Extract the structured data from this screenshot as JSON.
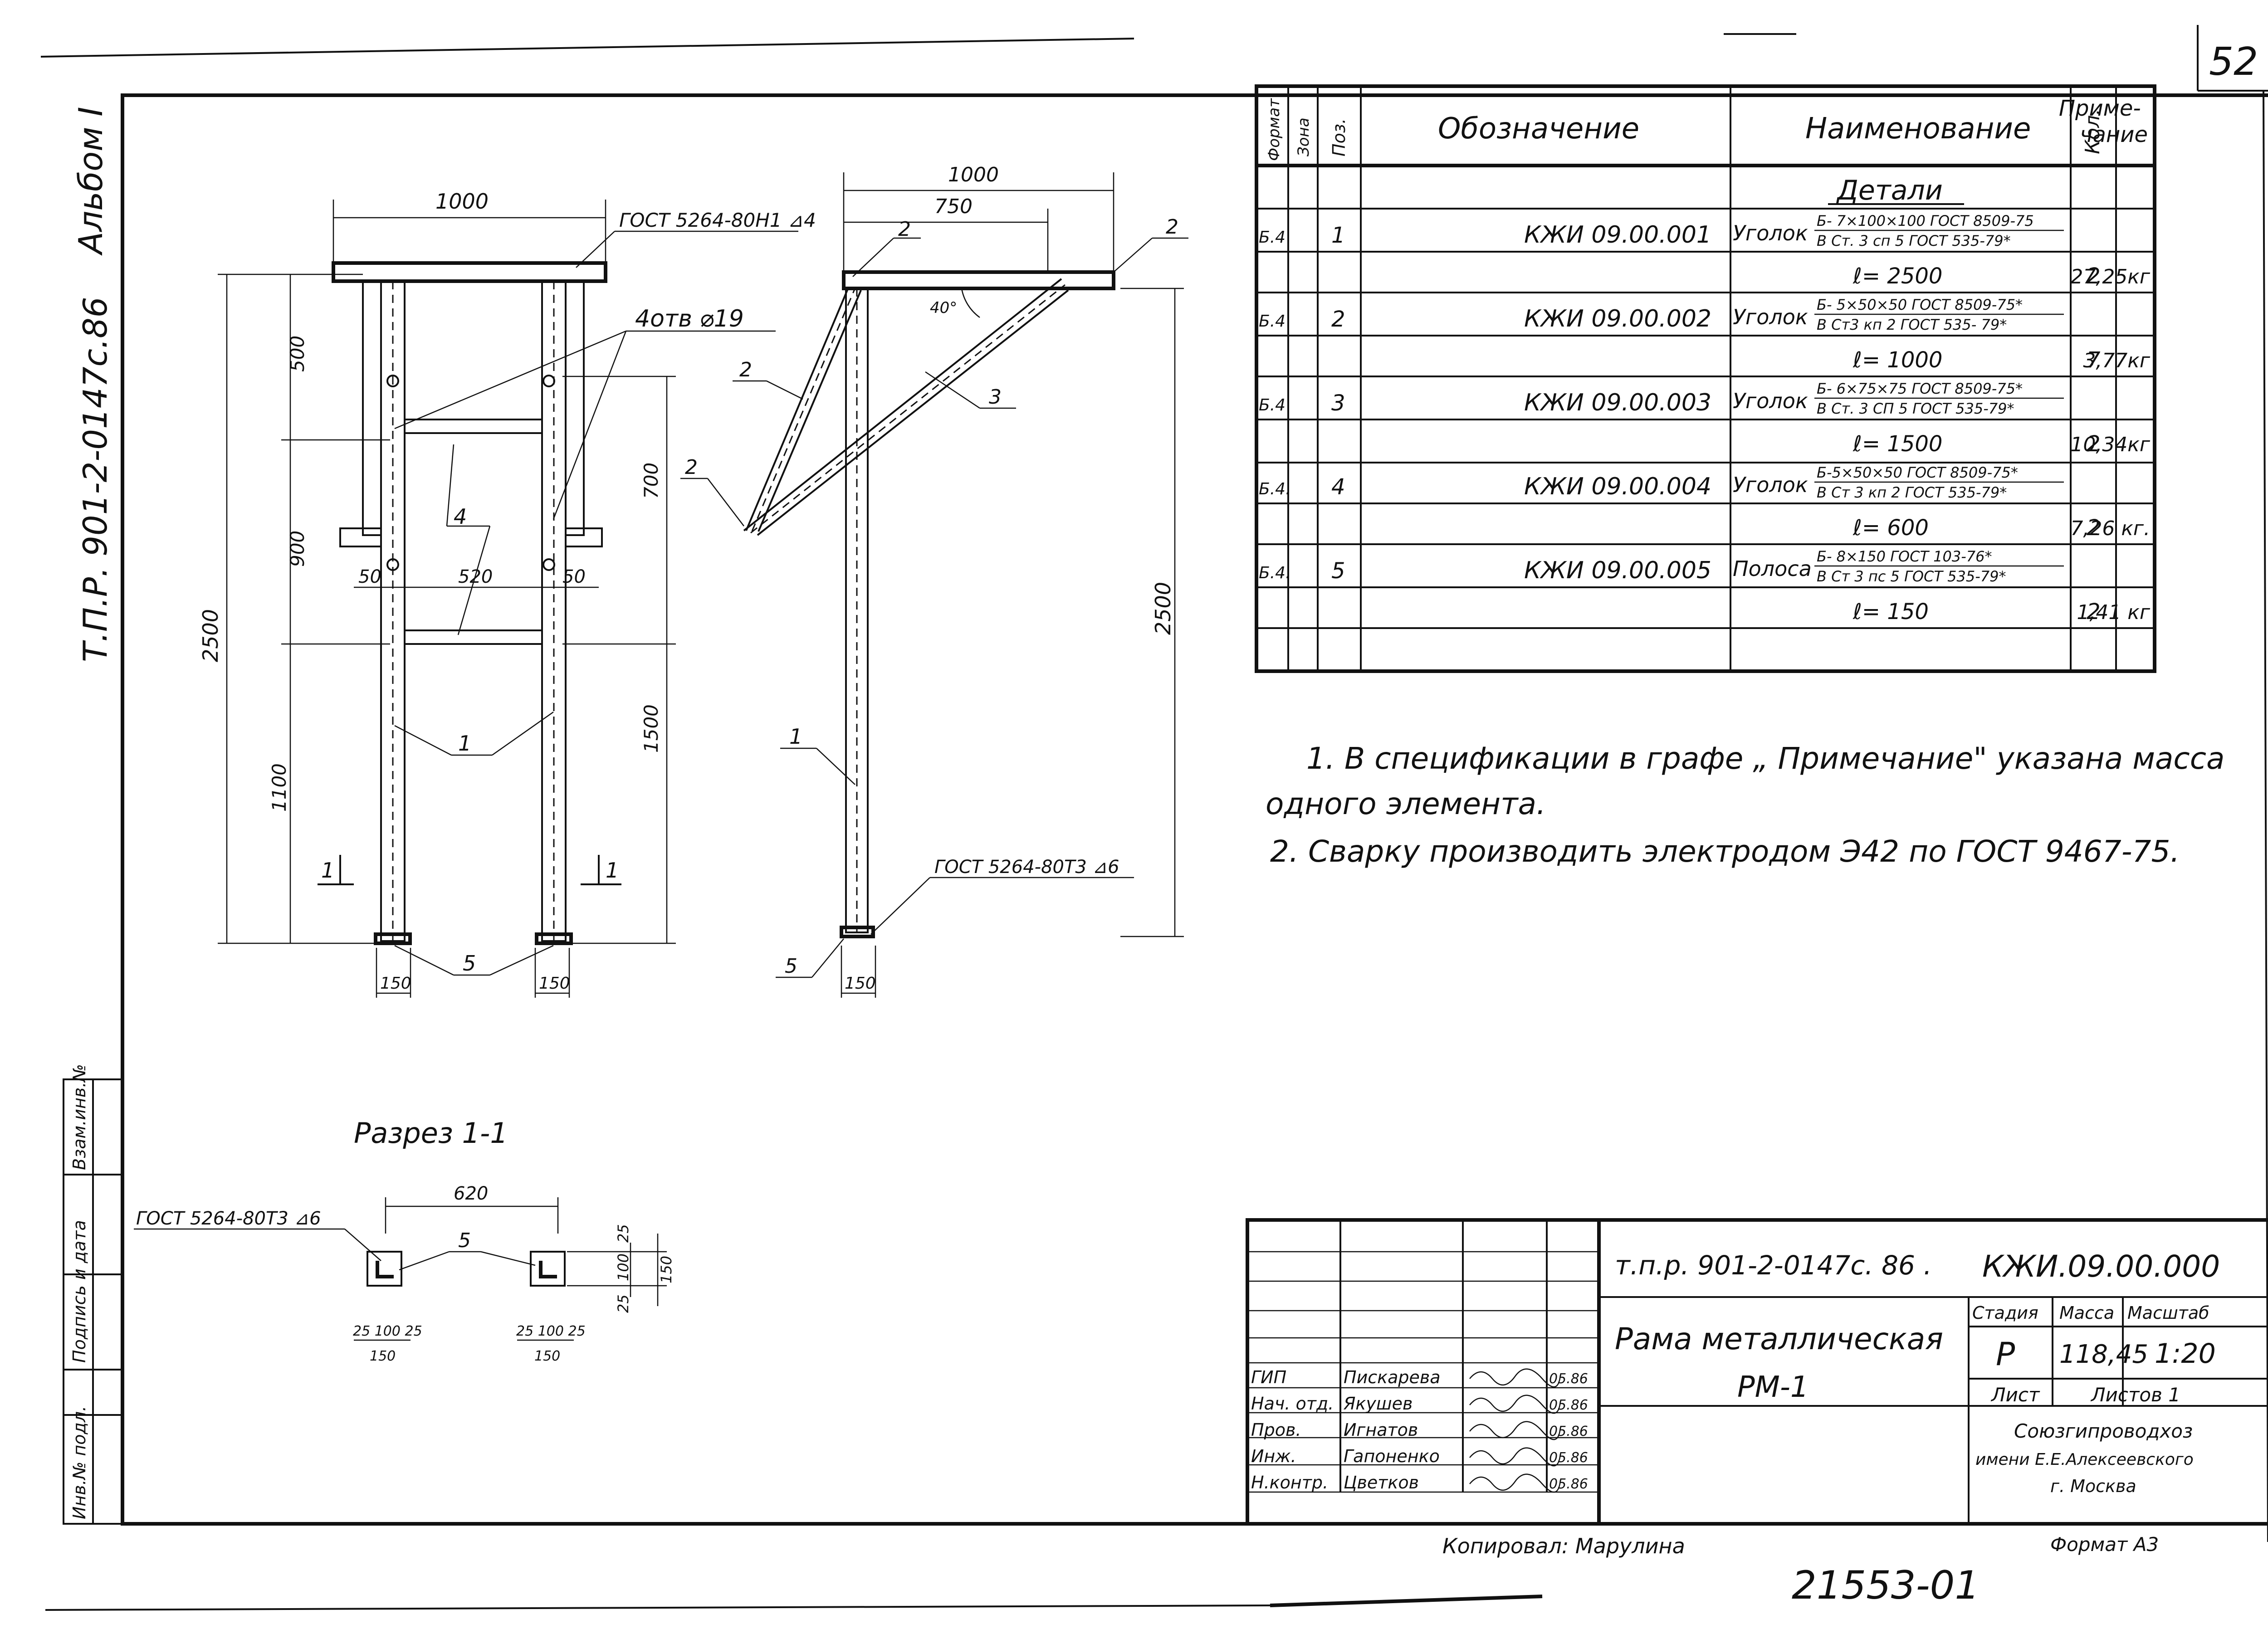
{
  "sheet_number": "52",
  "side_labels": {
    "album": "Альбом I",
    "project": "Т.П.Р. 901-2-0147с.86",
    "stamp_inv_replace": "Взам.инв.№",
    "stamp_sign_date": "Подпись и дата",
    "stamp_inv_orig": "Инв.№ подл."
  },
  "spec_table": {
    "headers": {
      "format": "Формат",
      "zone": "Зона",
      "pos": "Поз.",
      "designation": "Обозначение",
      "name": "Наименование",
      "qty": "Кол.",
      "note": "Приме-\nчание"
    },
    "section": "Детали",
    "rows": [
      {
        "format": "Б.4",
        "pos": "1",
        "designation": "КЖИ 09.00.001",
        "name": "Уголок",
        "spec_top": "Б- 7×100×100 ГОСТ 8509-75",
        "spec_bottom": "В Ст. 3 сп 5 ГОСТ 535-79*",
        "length": "ℓ= 2500",
        "qty": "2",
        "mass": "27,25кг"
      },
      {
        "format": "Б.4",
        "pos": "2",
        "designation": "КЖИ 09.00.002",
        "name": "Уголок",
        "spec_top": "Б- 5×50×50 ГОСТ 8509-75*",
        "spec_bottom": "В Ст3 кп 2 ГОСТ 535- 79*",
        "length": "ℓ= 1000",
        "qty": "7",
        "mass": "3,77кг"
      },
      {
        "format": "Б.4",
        "pos": "3",
        "designation": "КЖИ 09.00.003",
        "name": "Уголок",
        "spec_top": "Б- 6×75×75 ГОСТ 8509-75*",
        "spec_bottom": "В Ст. 3 СП 5 ГОСТ 535-79*",
        "length": "ℓ= 1500",
        "qty": "2",
        "mass": "10,34кг"
      },
      {
        "format": "Б.4.",
        "pos": "4",
        "designation": "КЖИ 09.00.004",
        "name": "Уголок",
        "spec_top": "Б-5×50×50 ГОСТ 8509-75*",
        "spec_bottom": "В Ст 3 кп 2 ГОСТ 535-79*",
        "length": "ℓ= 600",
        "qty": "2",
        "mass": "7,26 кг."
      },
      {
        "format": "Б.4.",
        "pos": "5",
        "designation": "КЖИ 09.00.005",
        "name": "Полоса",
        "spec_top": "Б- 8×150 ГОСТ 103-76*",
        "spec_bottom": "В Ст 3 пс 5 ГОСТ 535-79*",
        "length": "ℓ= 150",
        "qty": "2",
        "mass": "1,41 кг"
      }
    ]
  },
  "notes": {
    "line1": "1. В спецификации в графе „ Примечание\" указана масса",
    "line2": "одного элемента.",
    "line3": "2. Сварку производить электродом Э42 по ГОСТ 9467-75."
  },
  "drawing_labels": {
    "front": {
      "top_width": "1000",
      "weld_top": "ГОСТ 5264-80Н1 ⊿4",
      "holes": "4отв ⌀19",
      "d500": "500",
      "d900": "900",
      "d1100": "1100",
      "d2500": "2500",
      "d700": "700",
      "d1500": "1500",
      "d50a": "50",
      "d520": "520",
      "d50b": "50",
      "pos4": "4",
      "pos1": "1",
      "pos5": "5",
      "cut_left": "1",
      "cut_right": "1",
      "foot_left": "150",
      "foot_right": "150"
    },
    "side": {
      "top_width": "1000",
      "width750": "750",
      "angle": "40°",
      "pos2a": "2",
      "pos2b": "2",
      "pos2c": "2",
      "pos2d": "2",
      "pos3": "3",
      "pos1": "1",
      "pos5": "5",
      "d2500": "2500",
      "weld_bottom": "ГОСТ 5264-80Т3 ⊿6",
      "foot": "150"
    },
    "section": {
      "title": "Разрез 1-1",
      "weld": "ГОСТ 5264-80Т3 ⊿6",
      "width": "620",
      "pos5": "5",
      "d25a": "25",
      "d100": "100",
      "d25b": "25",
      "d150": "150",
      "left_dims": "25  100  25",
      "left_total": "150",
      "right_dims": "25  100  25",
      "right_total": "150"
    }
  },
  "title_block": {
    "project": "т.п.р. 901-2-0147с. 86 .",
    "code": "КЖИ.09.00.000",
    "title_line1": "Рама металлическая",
    "title_line2": "РМ-1",
    "stage_label": "Стадия",
    "mass_label": "Масса",
    "scale_label": "Масштаб",
    "stage": "Р",
    "mass": "118,45",
    "scale": "1:20",
    "sheet_label": "Лист",
    "sheets_label": "Листов 1",
    "org_line1": "Союзгипроводхоз",
    "org_line2": "имени Е.Е.Алексеевского",
    "org_line3": "г. Москва",
    "people": [
      {
        "role": "ГИП",
        "name": "Пискарева",
        "date": "05.86"
      },
      {
        "role": "Нач. отд.",
        "name": "Якушев",
        "date": "05.86"
      },
      {
        "role": "Пров.",
        "name": "Игнатов",
        "date": "05.86"
      },
      {
        "role": "Инж.",
        "name": "Гапоненко",
        "date": "05.86"
      },
      {
        "role": "Н.контр.",
        "name": "Цветков",
        "date": "05.86"
      }
    ]
  },
  "footer": {
    "copied": "Копировал: Марулина",
    "format": "Формат А3",
    "number": "21553-01"
  }
}
